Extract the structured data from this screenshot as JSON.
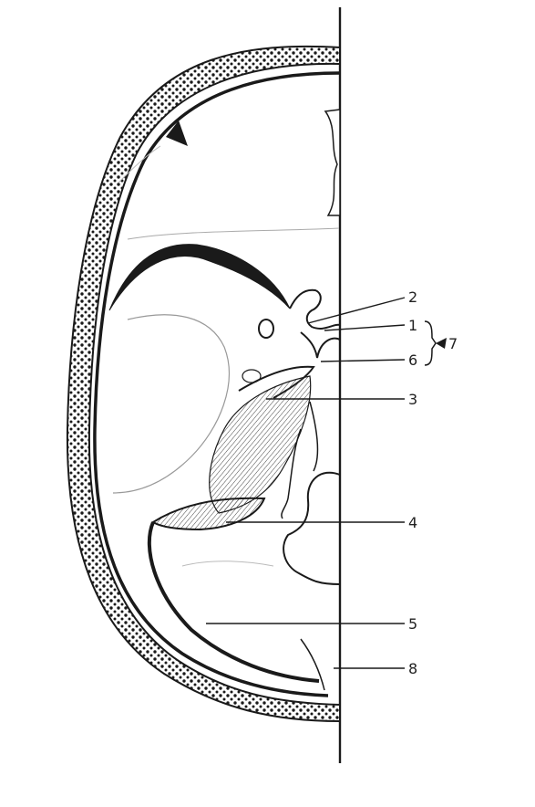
{
  "figure": {
    "labels": [
      {
        "id": "1",
        "text": "1"
      },
      {
        "id": "2",
        "text": "2"
      },
      {
        "id": "3",
        "text": "3"
      },
      {
        "id": "4",
        "text": "4"
      },
      {
        "id": "5",
        "text": "5"
      },
      {
        "id": "6",
        "text": "6"
      },
      {
        "id": "7",
        "text": "7"
      },
      {
        "id": "8",
        "text": "8"
      }
    ],
    "colors": {
      "ink": "#1a1a1a",
      "background": "#ffffff",
      "hatch": "#444444"
    }
  }
}
